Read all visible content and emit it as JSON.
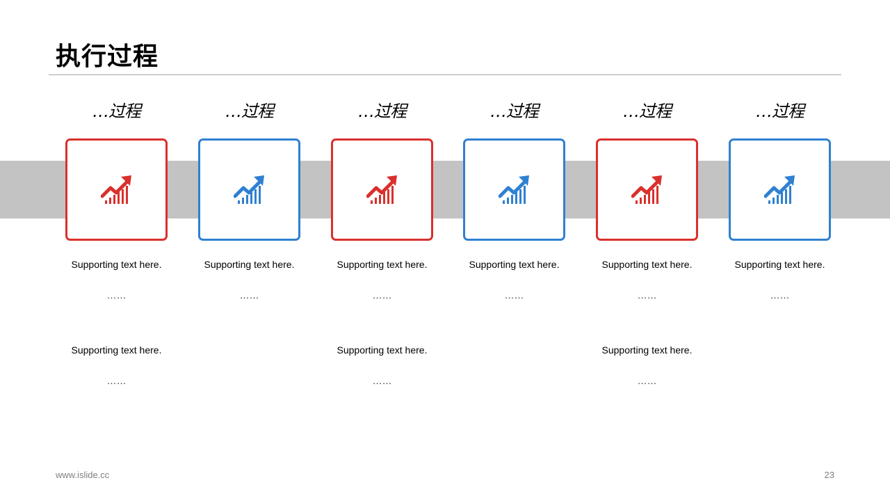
{
  "slide": {
    "title": "执行过程",
    "footer_url": "www.islide.cc",
    "page_number": "23"
  },
  "colors": {
    "red": "#d9302c",
    "blue": "#2f80d1",
    "band": "#c3c3c3",
    "rule": "#a6a6a6"
  },
  "steps": [
    {
      "heading": "…过程",
      "color": "red",
      "icon": "growth-chart-icon",
      "lines": [
        {
          "text": "Supporting text here.",
          "dots": "……"
        },
        {
          "text": "Supporting text here.",
          "dots": "……"
        }
      ]
    },
    {
      "heading": "…过程",
      "color": "blue",
      "icon": "growth-chart-icon",
      "lines": [
        {
          "text": "Supporting text here.",
          "dots": "……"
        }
      ]
    },
    {
      "heading": "…过程",
      "color": "red",
      "icon": "growth-chart-icon",
      "lines": [
        {
          "text": "Supporting text here.",
          "dots": "……"
        },
        {
          "text": "Supporting text here.",
          "dots": "……"
        }
      ]
    },
    {
      "heading": "…过程",
      "color": "blue",
      "icon": "growth-chart-icon",
      "lines": [
        {
          "text": "Supporting text here.",
          "dots": "……"
        }
      ]
    },
    {
      "heading": "…过程",
      "color": "red",
      "icon": "growth-chart-icon",
      "lines": [
        {
          "text": "Supporting text here.",
          "dots": "……"
        },
        {
          "text": "Supporting text here.",
          "dots": "……"
        }
      ]
    },
    {
      "heading": "…过程",
      "color": "blue",
      "icon": "growth-chart-icon",
      "lines": [
        {
          "text": "Supporting text here.",
          "dots": "……"
        }
      ]
    }
  ]
}
